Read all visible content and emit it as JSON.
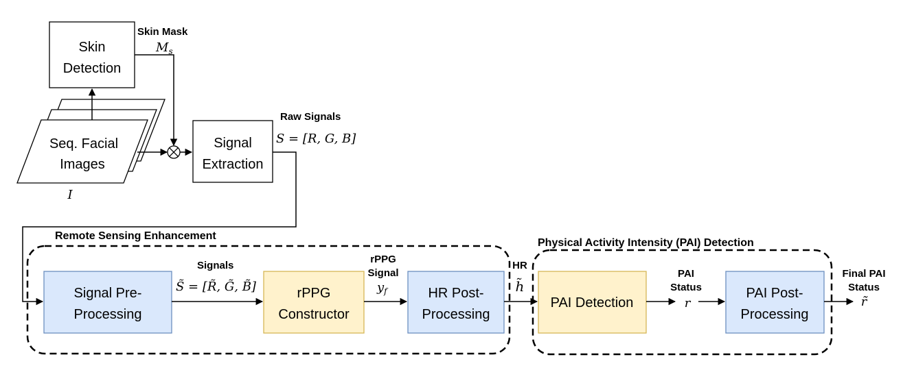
{
  "nodes": {
    "skin_detection": "Skin Detection",
    "facial_images": "Seq. Facial Images",
    "signal_extraction": "Signal Extraction",
    "signal_preprocessing": "Signal Pre-Processing",
    "rppg_constructor": "rPPG Constructor",
    "hr_postprocessing": "HR Post-Processing",
    "pai_detection": "PAI Detection",
    "pai_postprocessing": "PAI Post-Processing"
  },
  "labels": {
    "skin_mask": "Skin Mask",
    "skin_mask_sym": "M",
    "skin_mask_sub": "s",
    "images_sym": "I",
    "raw_signals": "Raw Signals",
    "raw_signals_eq": "S = [R, G, B]",
    "signals": "Signals",
    "signals_eq": "S̃ = [R̃, G̃, B̃]",
    "rppg_signal_1": "rPPG",
    "rppg_signal_2": "Signal",
    "rppg_sym": "y",
    "rppg_sub": "f",
    "hr": "HR",
    "hr_sym": "h̃",
    "pai_status_1": "PAI",
    "pai_status_2": "Status",
    "pai_sym": "r",
    "final_pai_1": "Final PAI",
    "final_pai_2": "Status",
    "final_sym": "r̃",
    "multiply_symbol": "⊗"
  },
  "groups": {
    "remote_sensing": "Remote Sensing Enhancement",
    "pai": "Physical Activity Intensity (PAI) Detection"
  },
  "colors": {
    "blue_fill": "#dae8fc",
    "blue_stroke": "#6c8ebf",
    "yellow_fill": "#fff2cc",
    "yellow_stroke": "#d6b656"
  }
}
